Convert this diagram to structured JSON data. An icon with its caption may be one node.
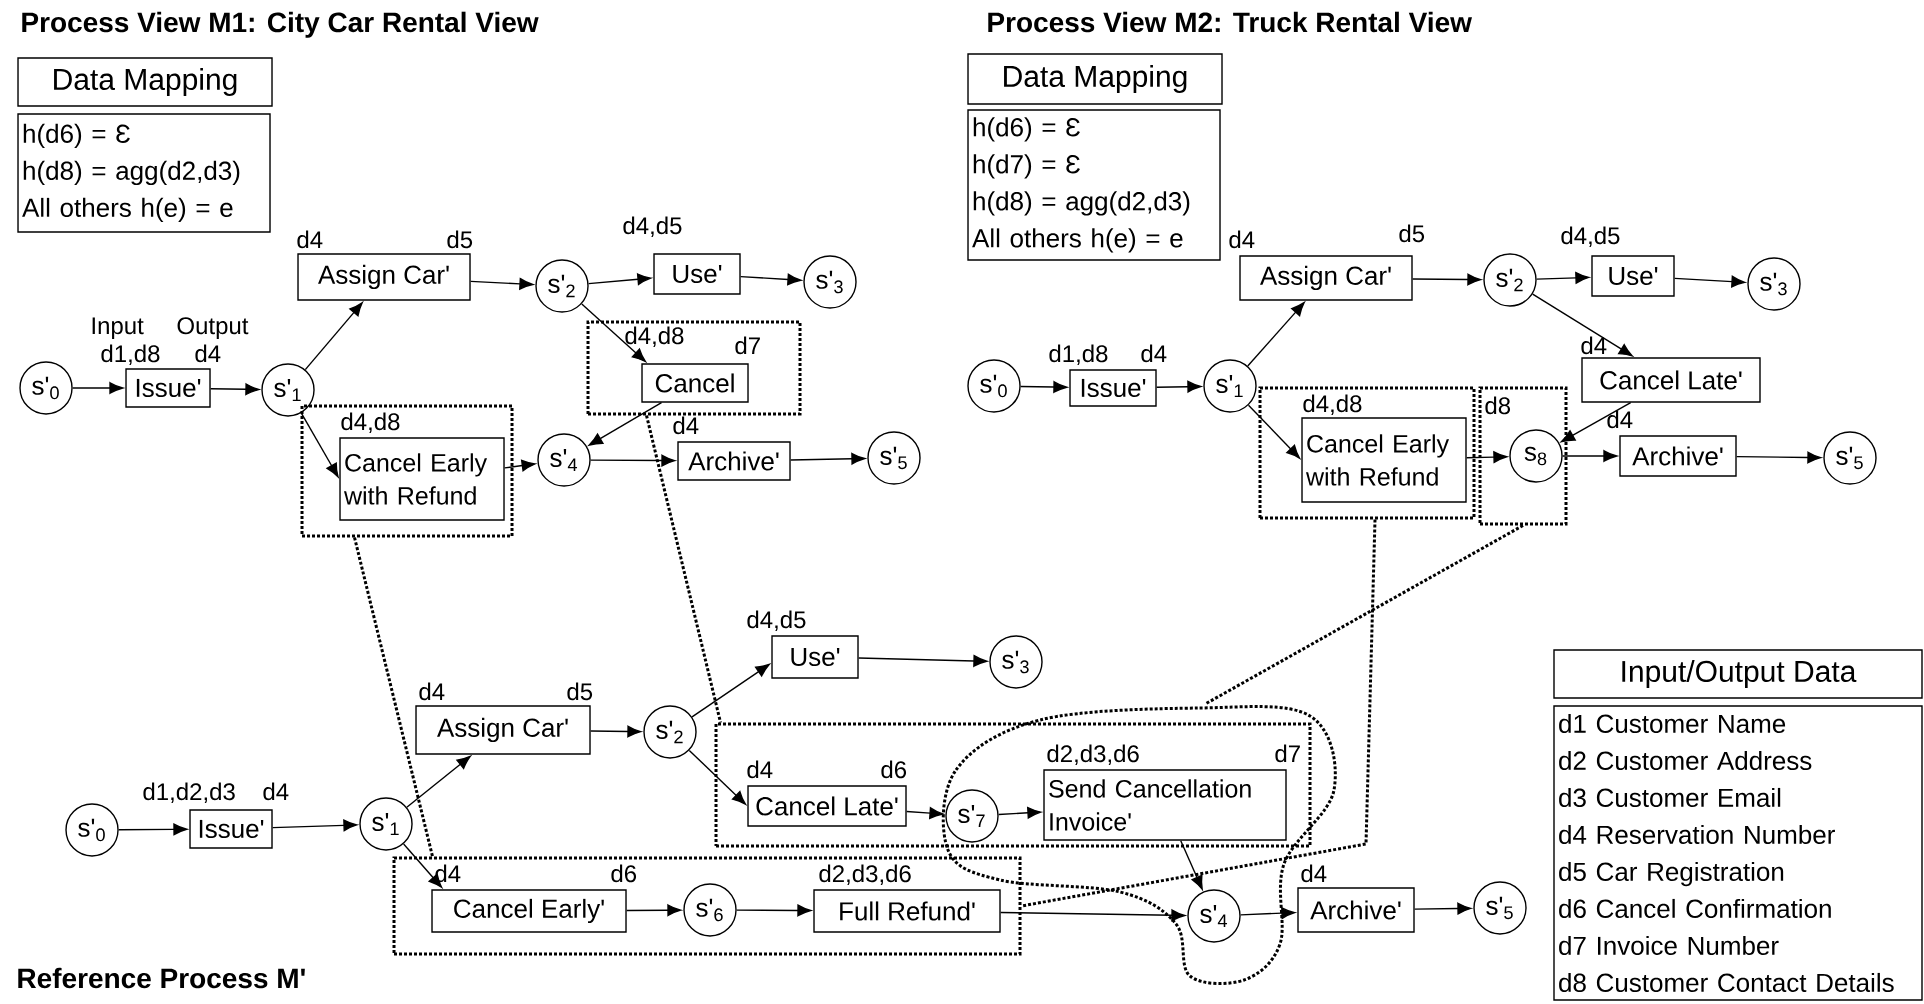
{
  "diagram": {
    "nodes": [
      {
        "text": [
          "Data Mapping"
        ]
      },
      {
        "text": [
          "h(d6) = Ɛ",
          "h(d8) = agg(d2,d3)",
          "All others h(e) = e"
        ]
      },
      {
        "text": [
          "s'$_{0}$"
        ]
      },
      {
        "text": [
          "Issue'"
        ],
        "beside": [
          "Input",
          "Output",
          "d1,d8",
          "d4"
        ]
      },
      {
        "text": [
          "s'$_{1}$"
        ]
      },
      {
        "text": [
          "Assign Car'"
        ],
        "beside": [
          "d4",
          "d5"
        ]
      },
      {
        "text": [
          "s'$_{2}$"
        ]
      },
      {
        "text": [
          "Use'"
        ],
        "beside": [
          "d4,d5"
        ]
      },
      {
        "text": [
          "s'$_{3}$"
        ]
      },
      {
        "text": [],
        "shape": "box"
      },
      {
        "text": [
          "Cancel"
        ],
        "beside": [
          "d4,d8",
          "d7"
        ],
        "in": 9
      },
      {
        "text": [],
        "shape": "box"
      },
      {
        "text": [
          "Cancel Early with Refund"
        ],
        "beside": [
          "d4,d8"
        ],
        "in": 11
      },
      {
        "text": [
          "s'$_{4}$"
        ]
      },
      {
        "text": [
          "Archive'"
        ],
        "beside": [
          "d4"
        ]
      },
      {
        "text": [
          "s'$_{5}$"
        ]
      },
      {
        "text": [
          "Data Mapping"
        ]
      },
      {
        "text": [
          "h(d6) = Ɛ",
          "h(d7) = Ɛ",
          "h(d8) = agg(d2,d3)",
          "All others h(e) = e"
        ]
      },
      {
        "text": [
          "s'$_{0}$"
        ]
      },
      {
        "text": [
          "Issue'"
        ],
        "beside": [
          "d1,d8",
          "d4"
        ]
      },
      {
        "text": [
          "s'$_{1}$"
        ]
      },
      {
        "text": [
          "Assign Car'"
        ],
        "beside": [
          "d4",
          "d5"
        ]
      },
      {
        "text": [
          "s'$_{2}$"
        ]
      },
      {
        "text": [
          "Use'"
        ],
        "beside": [
          "d4,d5"
        ]
      },
      {
        "text": [
          "s'$_{3}$"
        ]
      },
      {
        "text": [
          "Cancel Late'"
        ],
        "beside": [
          "d4"
        ]
      },
      {
        "text": [],
        "shape": "box"
      },
      {
        "text": [
          "Cancel Early with Refund"
        ],
        "beside": [
          "d4,d8"
        ],
        "in": 26
      },
      {
        "text": [],
        "shape": "box"
      },
      {
        "text": [
          "s$_{8}$"
        ],
        "beside": [
          "d8"
        ],
        "in": 28
      },
      {
        "text": [
          "Archive'"
        ],
        "beside": [
          "d4"
        ]
      },
      {
        "text": [
          "s'$_{5}$"
        ]
      },
      {
        "text": [
          "s'$_{0}$"
        ]
      },
      {
        "text": [
          "Issue'"
        ],
        "beside": [
          "d1,d2,d3",
          "d4"
        ]
      },
      {
        "text": [
          "s'$_{1}$"
        ]
      },
      {
        "text": [
          "Assign Car'"
        ],
        "beside": [
          "d4",
          "d5"
        ]
      },
      {
        "text": [
          "s'$_{2}$"
        ]
      },
      {
        "text": [
          "Use'"
        ],
        "beside": [
          "d4,d5"
        ]
      },
      {
        "text": [
          "s'$_{3}$"
        ]
      },
      {
        "text": [],
        "shape": "box"
      },
      {
        "text": [],
        "shape": "cloud"
      },
      {
        "text": [
          "Cancel Late'"
        ],
        "beside": [
          "d4",
          "d6"
        ],
        "in": 39
      },
      {
        "text": [
          "s'$_{7}$"
        ]
      },
      {
        "text": [
          "Send Cancellation Invoice'"
        ],
        "beside": [
          "d2,d3,d6",
          "d7"
        ]
      },
      {
        "text": [],
        "shape": "box"
      },
      {
        "text": [
          "Cancel Early'"
        ],
        "beside": [
          "d4",
          "d6"
        ],
        "in": 44
      },
      {
        "text": [
          "s'$_{6}$"
        ],
        "in": 44
      },
      {
        "text": [
          "Full Refund'"
        ],
        "beside": [
          "d2,d3,d6"
        ],
        "in": 44
      },
      {
        "text": [
          "s'$_{4}$"
        ],
        "in": 40
      },
      {
        "text": [
          "Archive'"
        ],
        "beside": [
          "d4"
        ]
      },
      {
        "text": [
          "s'$_{5}$"
        ]
      },
      {
        "text": [
          "Input/Output Data"
        ]
      },
      {
        "text": [
          "d1 Customer Name",
          "d2 Customer Address",
          "d3 Customer Email",
          "d4 Reservation Number",
          "d5 Car Registration",
          "d6 Cancel Confirmation",
          "d7 Invoice Number",
          "d8 Customer Contact Details"
        ]
      }
    ],
    "edges": [
      {
        "from": 2,
        "to": 3,
        "arrow": "to"
      },
      {
        "from": 3,
        "to": 4,
        "arrow": "to"
      },
      {
        "from": 4,
        "to": 5,
        "arrow": "to"
      },
      {
        "from": 4,
        "to": 12,
        "arrow": "to"
      },
      {
        "from": 5,
        "to": 6,
        "arrow": "to"
      },
      {
        "from": 6,
        "to": 7,
        "arrow": "to"
      },
      {
        "from": 7,
        "to": 8,
        "arrow": "to"
      },
      {
        "from": 6,
        "to": 10,
        "arrow": "to"
      },
      {
        "from": 10,
        "to": 13,
        "arrow": "to"
      },
      {
        "from": 12,
        "to": 13,
        "arrow": "to"
      },
      {
        "from": 13,
        "to": 14,
        "arrow": "to"
      },
      {
        "from": 14,
        "to": 15,
        "arrow": "to"
      },
      {
        "from": 18,
        "to": 19,
        "arrow": "to"
      },
      {
        "from": 19,
        "to": 20,
        "arrow": "to"
      },
      {
        "from": 20,
        "to": 21,
        "arrow": "to"
      },
      {
        "from": 20,
        "to": 27,
        "arrow": "to"
      },
      {
        "from": 21,
        "to": 22,
        "arrow": "to"
      },
      {
        "from": 22,
        "to": 23,
        "arrow": "to"
      },
      {
        "from": 23,
        "to": 24,
        "arrow": "to"
      },
      {
        "from": 22,
        "to": 25,
        "arrow": "to"
      },
      {
        "from": 25,
        "to": 29,
        "arrow": "to"
      },
      {
        "from": 27,
        "to": 29,
        "arrow": "to"
      },
      {
        "from": 29,
        "to": 30,
        "arrow": "to"
      },
      {
        "from": 30,
        "to": 31,
        "arrow": "to"
      },
      {
        "from": 32,
        "to": 33,
        "arrow": "to"
      },
      {
        "from": 33,
        "to": 34,
        "arrow": "to"
      },
      {
        "from": 34,
        "to": 35,
        "arrow": "to"
      },
      {
        "from": 34,
        "to": 45,
        "arrow": "to"
      },
      {
        "from": 35,
        "to": 36,
        "arrow": "to"
      },
      {
        "from": 36,
        "to": 37,
        "arrow": "to"
      },
      {
        "from": 37,
        "to": 38,
        "arrow": "to"
      },
      {
        "from": 36,
        "to": 41,
        "arrow": "to"
      },
      {
        "from": 41,
        "to": 42,
        "arrow": "to"
      },
      {
        "from": 42,
        "to": 43,
        "arrow": "to"
      },
      {
        "from": 43,
        "to": 48,
        "arrow": "to"
      },
      {
        "from": 45,
        "to": 46,
        "arrow": "to"
      },
      {
        "from": 46,
        "to": 47,
        "arrow": "to"
      },
      {
        "from": 47,
        "to": 48,
        "arrow": "to"
      },
      {
        "from": 48,
        "to": 49,
        "arrow": "to"
      },
      {
        "from": 49,
        "to": 50,
        "arrow": "to"
      },
      {
        "from": 9,
        "to": 39,
        "arrow": "none",
        "style": "dashed"
      },
      {
        "from": 11,
        "to": 44,
        "arrow": "none",
        "style": "dashed"
      },
      {
        "from": 26,
        "to": 44,
        "arrow": "none",
        "style": "dashed"
      },
      {
        "from": 28,
        "to": 40,
        "arrow": "none",
        "style": "dashed"
      }
    ],
    "labels": [
      "Process View M1: City Car Rental View",
      "Process View M2: Truck Rental View",
      "Reference Process M'"
    ]
  }
}
